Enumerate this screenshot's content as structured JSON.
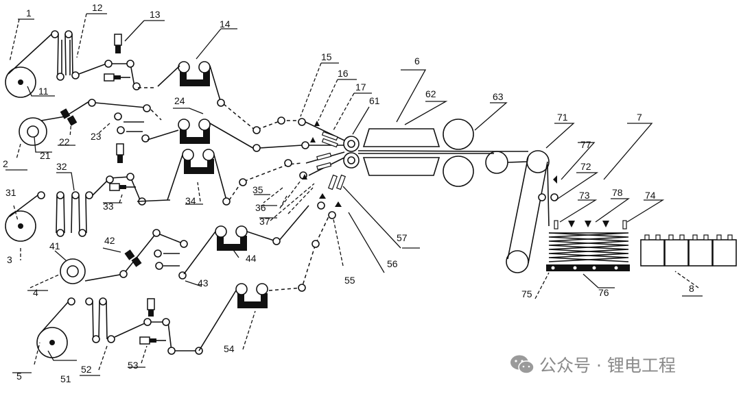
{
  "labels": {
    "l1": "1",
    "l2": "2",
    "l3": "3",
    "l4": "4",
    "l5": "5",
    "l6": "6",
    "l7": "7",
    "l8": "8",
    "l11": "11",
    "l12": "12",
    "l13": "13",
    "l14": "14",
    "l15": "15",
    "l16": "16",
    "l17": "17",
    "l21": "21",
    "l22": "22",
    "l23": "23",
    "l24": "24",
    "l31": "31",
    "l32": "32",
    "l33": "33",
    "l34": "34",
    "l35": "35",
    "l36": "36",
    "l37": "37",
    "l41": "41",
    "l42": "42",
    "l43": "43",
    "l44": "44",
    "l51": "51",
    "l52": "52",
    "l53": "53",
    "l54": "54",
    "l55": "55",
    "l56": "56",
    "l57": "57",
    "l61": "61",
    "l62": "62",
    "l63": "63",
    "l71": "71",
    "l72": "72",
    "l73": "73",
    "l74": "74",
    "l75": "75",
    "l76": "76",
    "l77": "77",
    "l78": "78"
  },
  "watermark": {
    "text": "公众号 · 锂电工程",
    "icon": "wechat-icon",
    "color": "#8a8a8a"
  }
}
